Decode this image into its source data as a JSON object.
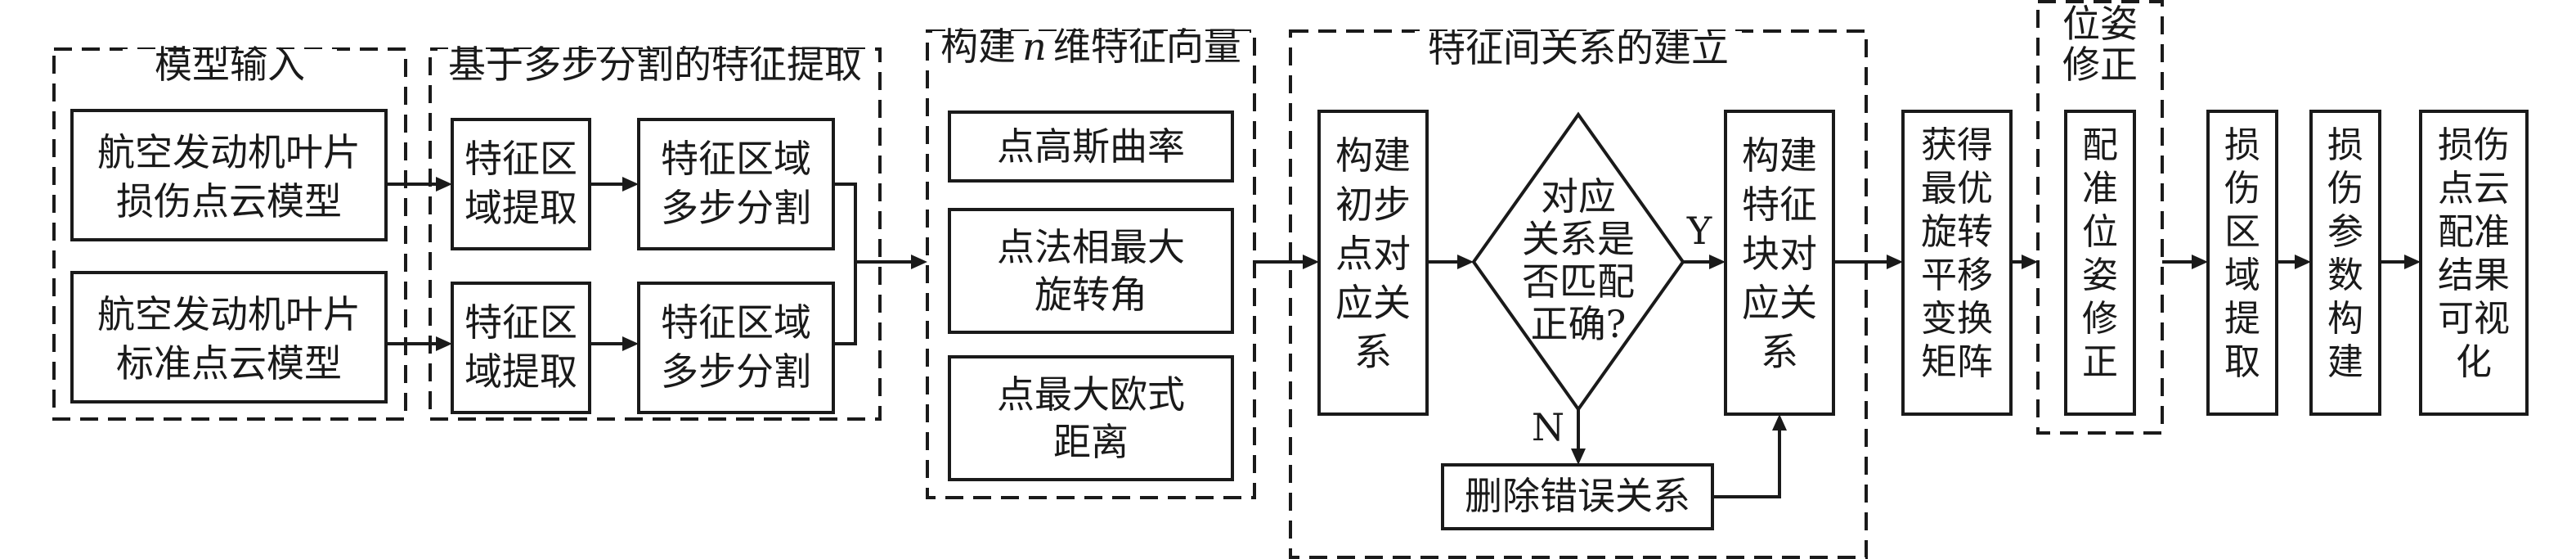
{
  "sections": {
    "model_input": "模型输入",
    "feature_extraction": "基于多步分割的特征提取",
    "vector_prefix": "构建",
    "vector_n": "n",
    "vector_suffix": "维特征向量",
    "relation": "特征间关系的建立",
    "pose": [
      "位姿",
      "修正"
    ]
  },
  "nodes": {
    "damaged_model": [
      "航空发动机叶片",
      "损伤点云模型"
    ],
    "standard_model": [
      "航空发动机叶片",
      "标准点云模型"
    ],
    "region_extract_1": [
      "特征区",
      "域提取"
    ],
    "region_extract_2": [
      "特征区",
      "域提取"
    ],
    "region_split_1": [
      "特征区域",
      "多步分割"
    ],
    "region_split_2": [
      "特征区域",
      "多步分割"
    ],
    "gauss_curvature": [
      "点高斯曲率"
    ],
    "normal_angle": [
      "点法相最大",
      "旋转角"
    ],
    "euclid_distance": [
      "点最大欧式",
      "距离"
    ],
    "initial_pairs": [
      "构建",
      "初步",
      "点对",
      "应关",
      "系"
    ],
    "decision": [
      "对应",
      "关系是",
      "否匹配",
      "正确?"
    ],
    "block_pairs": [
      "构建",
      "特征",
      "块对",
      "应关",
      "系"
    ],
    "delete_wrong": [
      "删除错误关系"
    ],
    "best_transform": [
      "获得",
      "最优",
      "旋转",
      "平移",
      "变换",
      "矩阵"
    ],
    "pose_correction": [
      "配",
      "准",
      "位",
      "姿",
      "修",
      "正"
    ],
    "damage_extract": [
      "损",
      "伤",
      "区",
      "域",
      "提",
      "取"
    ],
    "param_build": [
      "损",
      "伤",
      "参",
      "数",
      "构",
      "建"
    ],
    "result_visual": [
      "损伤",
      "点云",
      "配准",
      "结果",
      "可视",
      "化"
    ]
  },
  "labels": {
    "yes": "Y",
    "no": "N"
  }
}
